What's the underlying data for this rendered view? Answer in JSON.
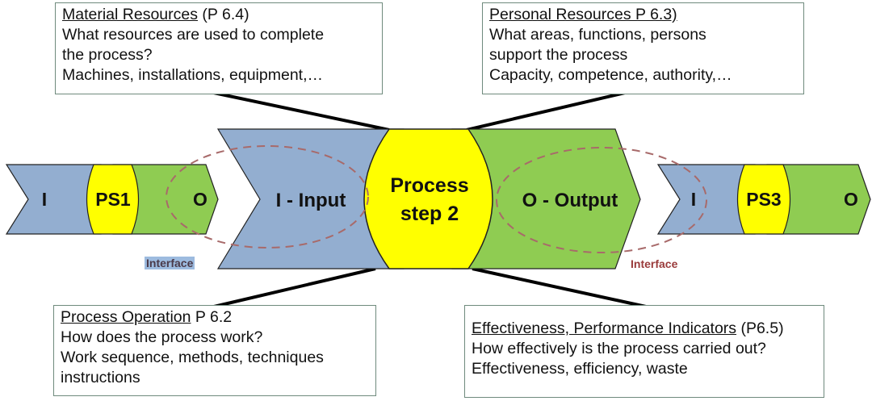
{
  "colors": {
    "input_blue": "#93aed0",
    "output_green": "#8fcc52",
    "process_yellow": "#ffff00",
    "interface_dash": "#a86a6a",
    "interface_left_text": "#4a3a4a",
    "interface_left_bg": "#9dbbdf",
    "interface_right_text": "#9a3b3b",
    "box_border": "#6f8a7d"
  },
  "boxes": {
    "material": {
      "title": "Material Resources",
      "ref": " (P 6.4)",
      "lines": [
        "What resources are used to complete",
        "the process?",
        "Machines, installations, equipment,…"
      ]
    },
    "personal": {
      "title": "Personal Resources P 6.3)",
      "ref": "",
      "lines": [
        "What areas, functions, persons",
        "support the process",
        "Capacity, competence, authority,…"
      ]
    },
    "operation": {
      "title": "Process Operation",
      "ref": " P 6.2",
      "lines": [
        "How does the process work?",
        "Work sequence, methods, techniques",
        "instructions"
      ]
    },
    "effectiveness": {
      "title": "Effectiveness, Performance Indicators",
      "ref": " (P6.5)",
      "lines": [
        "How effectively is the process carried out?",
        "Effectiveness, efficiency, waste"
      ]
    }
  },
  "flow": {
    "ps1": {
      "input": "I",
      "step": "PS1",
      "output": "O"
    },
    "ps2": {
      "input": "I - Input",
      "step_line1": "Process",
      "step_line2": "step 2",
      "output": "O - Output"
    },
    "ps3": {
      "input": "I",
      "step": "PS3",
      "output": "O"
    }
  },
  "interfaces": {
    "left": "Interface",
    "right": "Interface"
  }
}
